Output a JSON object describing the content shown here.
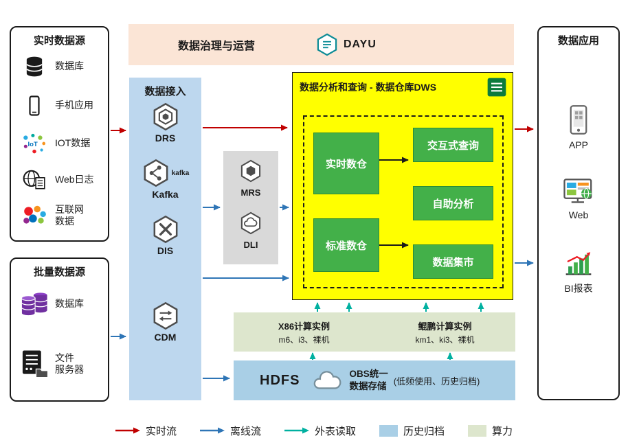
{
  "banner": {
    "title": "数据治理与运营",
    "logo": "DAYU"
  },
  "realtime_sources": {
    "title": "实时数据源",
    "items": [
      {
        "label": "数据库",
        "icon": "database-icon"
      },
      {
        "label": "手机应用",
        "icon": "mobile-app-icon"
      },
      {
        "label": "IOT数据",
        "icon": "iot-icon"
      },
      {
        "label": "Web日志",
        "icon": "web-log-icon"
      },
      {
        "label": "互联网\n数据",
        "icon": "internet-data-icon"
      }
    ]
  },
  "batch_sources": {
    "title": "批量数据源",
    "items": [
      {
        "label": "数据库",
        "icon": "purple-database-icon"
      },
      {
        "label": "文件\n服务器",
        "icon": "file-server-icon"
      }
    ]
  },
  "ingestion": {
    "title": "数据接入",
    "services": [
      {
        "label": "DRS",
        "icon": "drs-hexagon-icon"
      },
      {
        "label": "Kafka",
        "icon": "kafka-hexagon-icon",
        "logo_text": "kafka"
      },
      {
        "label": "DIS",
        "icon": "dis-hexagon-icon"
      },
      {
        "label": "CDM",
        "icon": "cdm-hexagon-icon"
      }
    ]
  },
  "processing": {
    "services": [
      {
        "label": "MRS",
        "icon": "mrs-hexagon-icon"
      },
      {
        "label": "DLI",
        "icon": "dli-hexagon-icon"
      }
    ]
  },
  "dws": {
    "title": "数据分析和查询 - 数据仓库DWS",
    "warehouses": [
      "实时数仓",
      "标准数仓"
    ],
    "services": [
      "交互式查询",
      "自助分析",
      "数据集市"
    ]
  },
  "compute": {
    "x86": {
      "title": "X86计算实例",
      "models": "m6、i3、裸机"
    },
    "kunpeng": {
      "title": "鲲鹏计算实例",
      "models": "km1、ki3、裸机"
    }
  },
  "storage": {
    "hdfs": "HDFS",
    "obs": "OBS统一\n数据存储",
    "note": "(低频使用、历史归档)"
  },
  "applications": {
    "title": "数据应用",
    "items": [
      {
        "label": "APP",
        "icon": "app-phone-icon"
      },
      {
        "label": "Web",
        "icon": "web-monitor-icon"
      },
      {
        "label": "BI报表",
        "icon": "bi-report-icon"
      }
    ]
  },
  "legend": {
    "items": [
      {
        "label": "实时流",
        "type": "arrow",
        "color": "#c00000"
      },
      {
        "label": "离线流",
        "type": "arrow",
        "color": "#2e75b6"
      },
      {
        "label": "外表读取",
        "type": "arrow",
        "color": "#00b0a0"
      },
      {
        "label": "历史归档",
        "type": "swatch",
        "color": "#a9cfe6"
      },
      {
        "label": "算力",
        "type": "swatch",
        "color": "#dde6cd"
      }
    ]
  },
  "colors": {
    "realtime_flow": "#c00000",
    "offline_flow": "#2e75b6",
    "external_read": "#00b0a0",
    "dws_background": "#ffff00",
    "module_green": "#43b049",
    "ingestion_blue": "#bdd7ee",
    "banner_peach": "#fbe5d6",
    "archive_blue": "#a9cfe6",
    "compute_olive": "#dde6cd"
  }
}
